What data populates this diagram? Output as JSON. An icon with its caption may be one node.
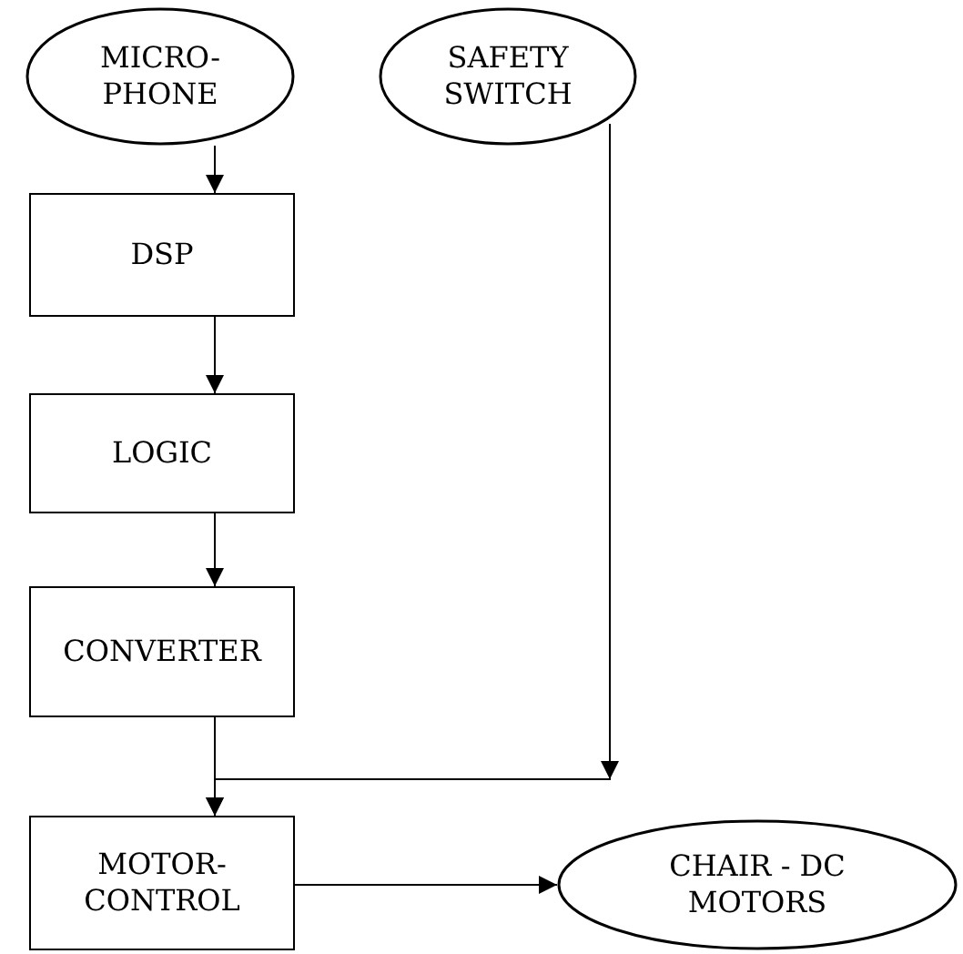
{
  "diagram": {
    "nodes": [
      {
        "text": [
          "MICRO- PHONE"
        ]
      },
      {
        "text": [
          "SAFETY SWITCH"
        ]
      },
      {
        "text": [
          "DSP"
        ]
      },
      {
        "text": [
          "LOGIC"
        ]
      },
      {
        "text": [
          "CONVERTER"
        ]
      },
      {
        "text": [
          "MOTOR- CONTROL"
        ]
      },
      {
        "text": [
          "CHAIR - DC MOTORS"
        ]
      }
    ],
    "edges": [
      {
        "from": 0,
        "to": 2,
        "arrow": "to"
      },
      {
        "from": 2,
        "to": 3,
        "arrow": "to"
      },
      {
        "from": 3,
        "to": 4,
        "arrow": "to"
      },
      {
        "from": 4,
        "to": 5,
        "arrow": "to"
      },
      {
        "from": 1,
        "to": 5,
        "arrow": "to"
      },
      {
        "from": 5,
        "to": 6,
        "arrow": "to"
      }
    ]
  }
}
